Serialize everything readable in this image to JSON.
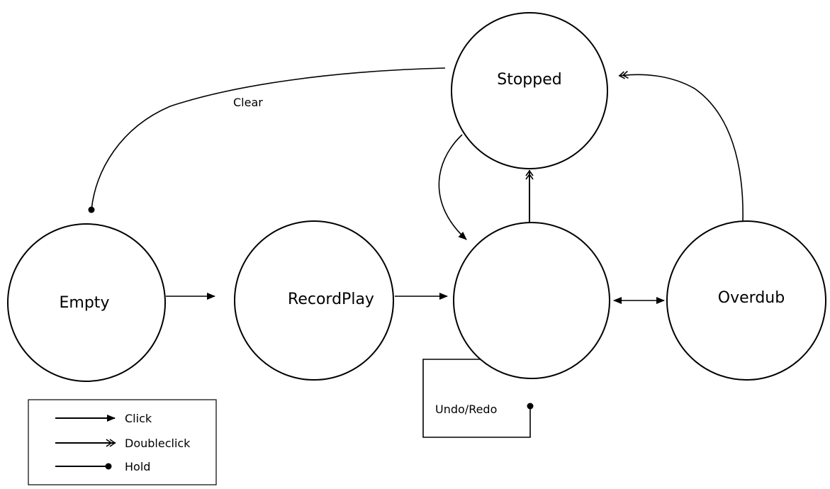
{
  "states": {
    "stopped": "Stopped",
    "empty": "Empty",
    "recordplay": "RecordPlay",
    "play": "",
    "overdub": "Overdub"
  },
  "edges": {
    "clear": "Clear",
    "undo_redo": "Undo/Redo"
  },
  "legend": {
    "click": "Click",
    "doubleclick": "Doubleclick",
    "hold": "Hold"
  }
}
